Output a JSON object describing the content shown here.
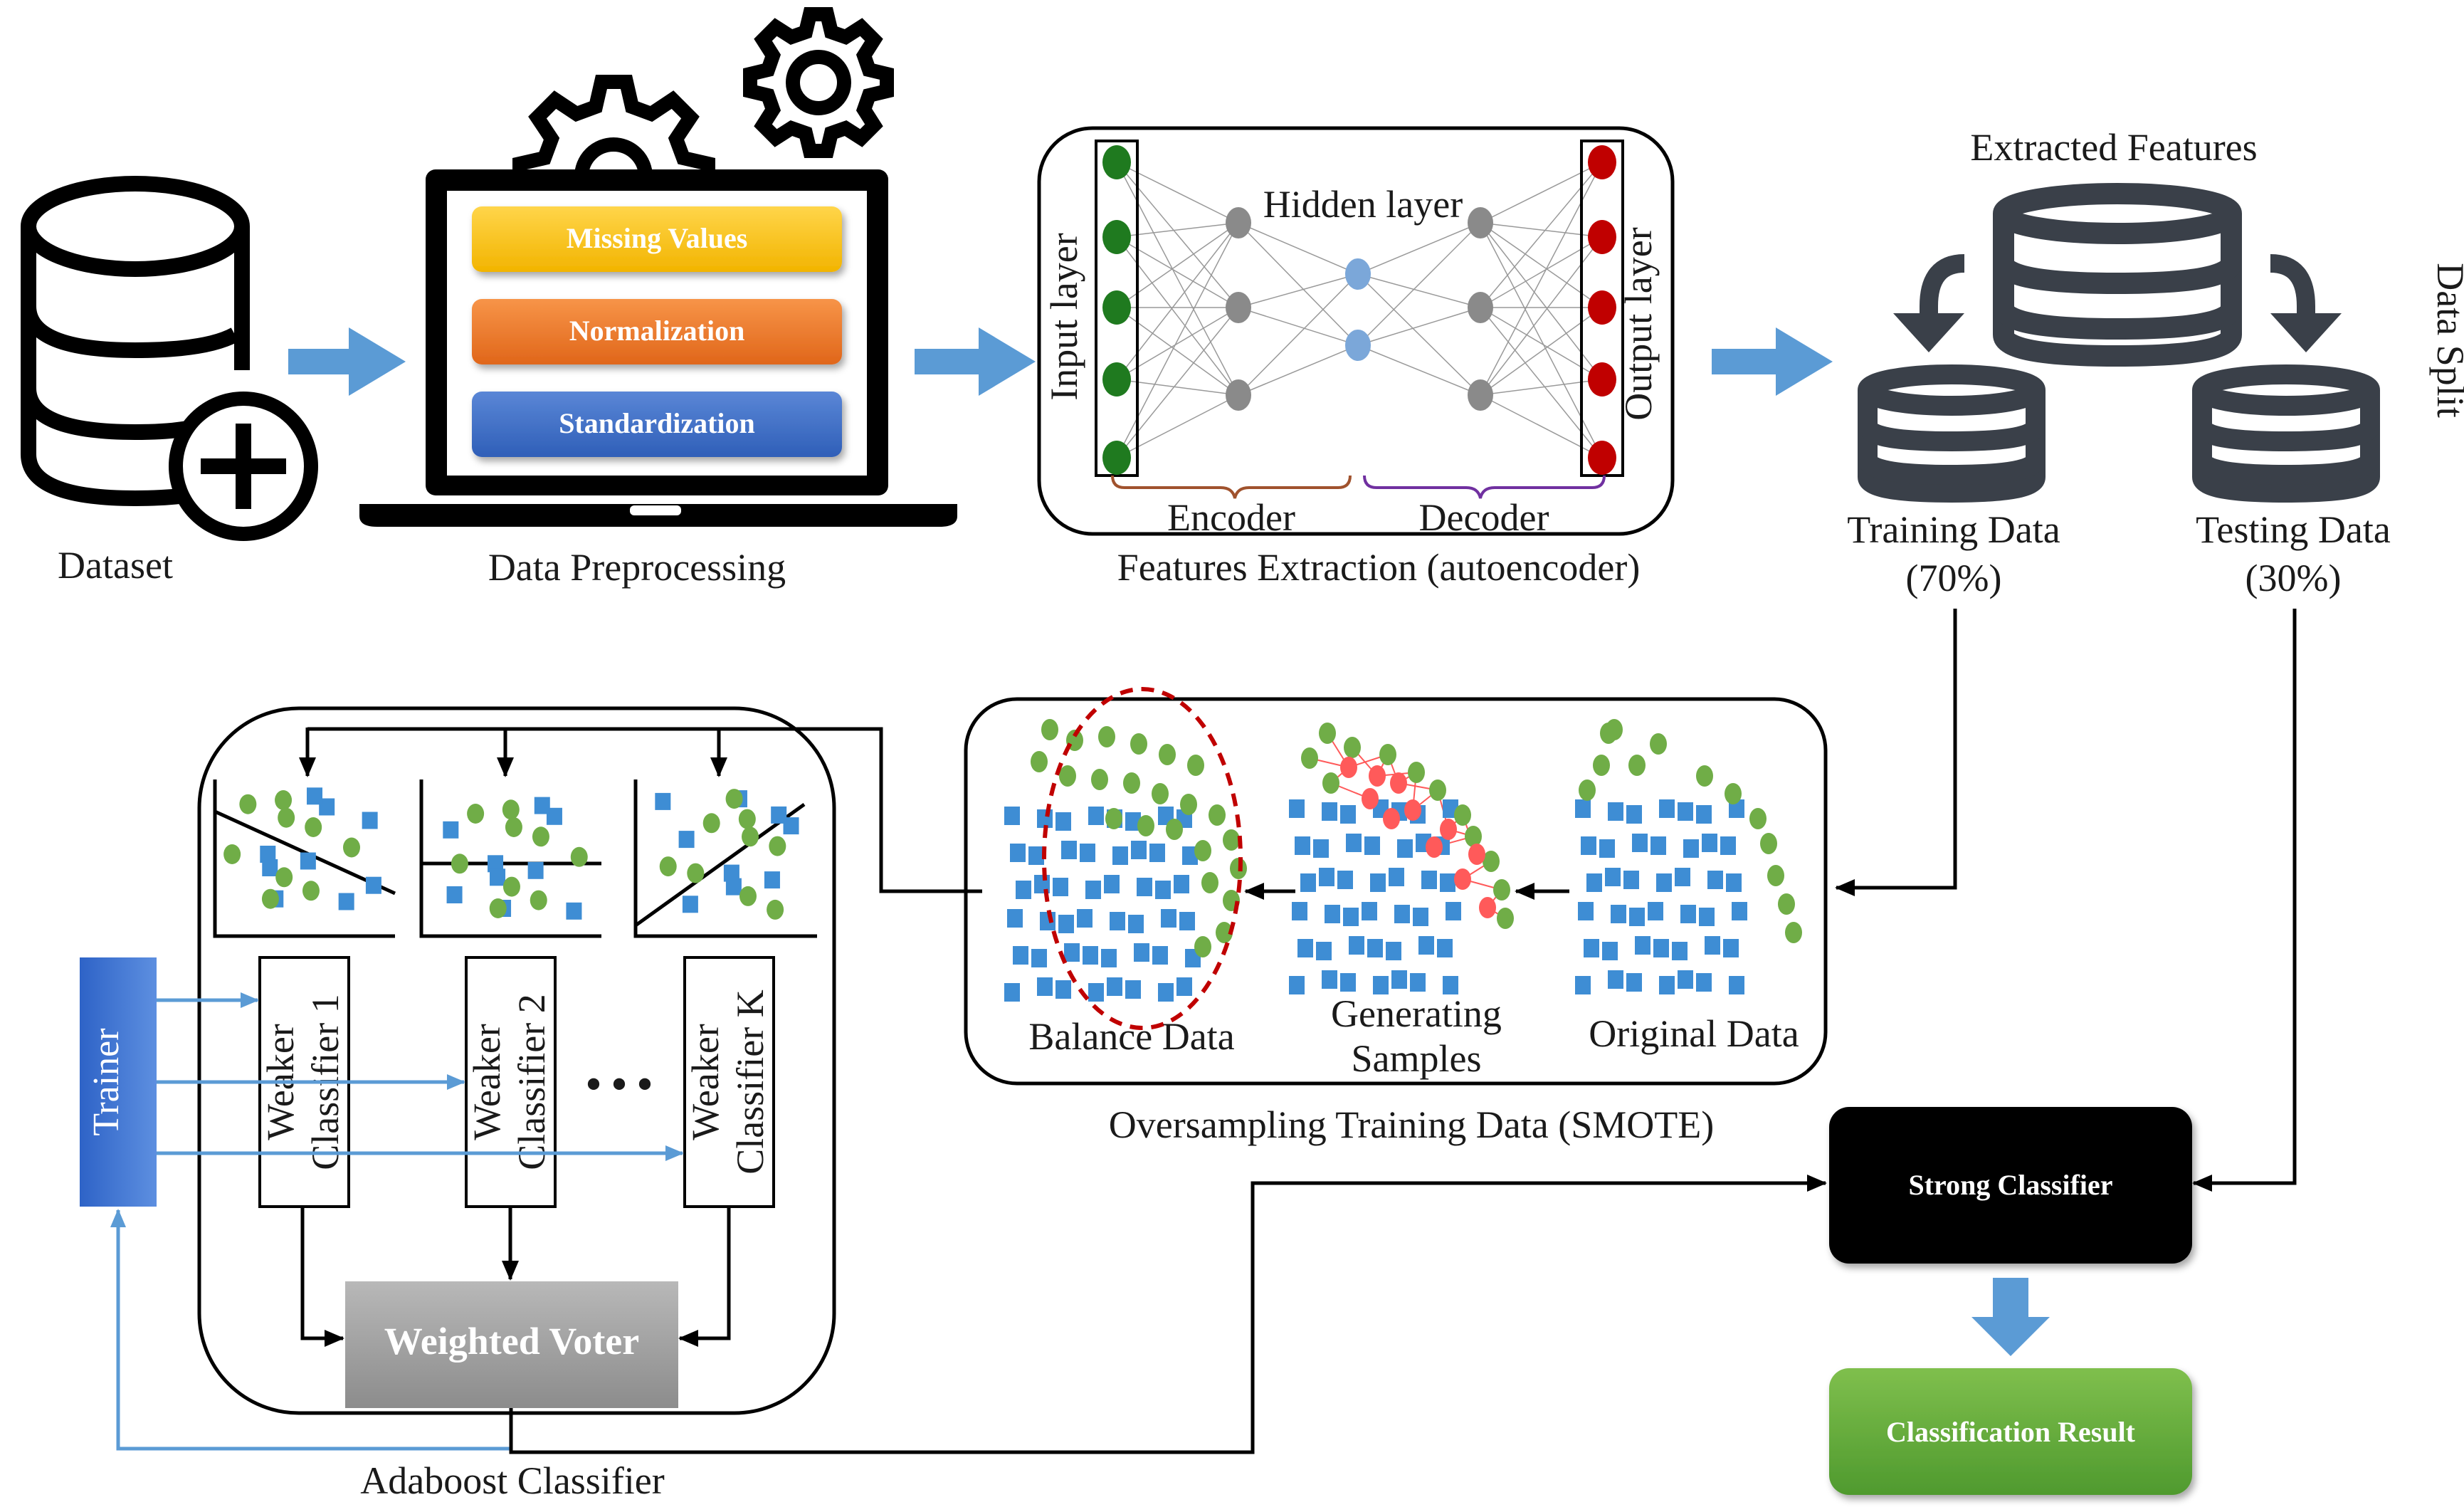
{
  "labels": {
    "dataset": "Dataset",
    "data_preprocessing": "Data Preprocessing",
    "features_extraction": "Features Extraction (autoencoder)",
    "extracted_features": "Extracted Features",
    "data_split": "Data Split",
    "training_data": "Training Data",
    "training_pct": "(70%)",
    "testing_data": "Testing Data",
    "testing_pct": "(30%)",
    "oversampling": "Oversampling Training Data (SMOTE)",
    "adaboost": "Adaboost Classifier"
  },
  "preprocessing_steps": {
    "missing": "Missing Values",
    "normalization": "Normalization",
    "standardization": "Standardization"
  },
  "autoencoder": {
    "input_layer": "Input layer",
    "hidden_layer": "Hidden layer",
    "output_layer": "Output layer",
    "encoder": "Encoder",
    "decoder": "Decoder"
  },
  "smote": {
    "balance": "Balance Data",
    "generating_1": "Generating",
    "generating_2": "Samples",
    "original": "Original Data"
  },
  "adaboost": {
    "trainer": "Trainer",
    "weak1_a": "Weaker",
    "weak1_b": "Classifier 1",
    "weak2_a": "Weaker",
    "weak2_b": "Classifier 2",
    "weakk_a": "Weaker",
    "weakk_b": "Classifier K",
    "ellipsis": "• • •",
    "voter": "Weighted Voter"
  },
  "results": {
    "strong": "Strong Classifier",
    "classification": "Classification Result"
  },
  "colors": {
    "arrow_blue": "#5b9bd5",
    "missing": "#ffc000",
    "normalization": "#ed7d31",
    "standardization": "#4472c4",
    "green": "#70ad47",
    "square_blue": "#3e8dd4",
    "db_gray": "#3a4049",
    "synthetic_red": "#ff5a5a"
  }
}
